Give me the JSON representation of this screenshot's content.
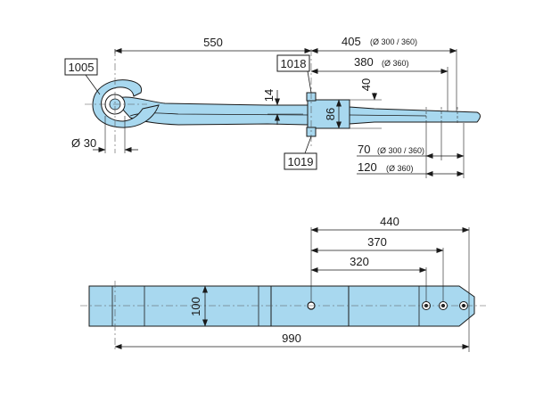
{
  "top_view": {
    "dims": {
      "d550": "550",
      "d405": "405",
      "d405_note": "(Ø 300 / 360)",
      "d380": "380",
      "d380_note": "(Ø 360)",
      "d14": "14",
      "d40": "40",
      "d86": "86",
      "d30": "Ø 30",
      "d70": "70",
      "d70_note": "(Ø 300 / 360)",
      "d120": "120",
      "d120_note": "(Ø 360)"
    },
    "parts": {
      "p1005": "1005",
      "p1018": "1018",
      "p1019": "1019"
    }
  },
  "bottom_view": {
    "dims": {
      "d440": "440",
      "d370": "370",
      "d320": "320",
      "d100": "100",
      "d990": "990"
    }
  },
  "colors": {
    "part_fill": "#a8d8ef",
    "line": "#1a1a1a"
  }
}
